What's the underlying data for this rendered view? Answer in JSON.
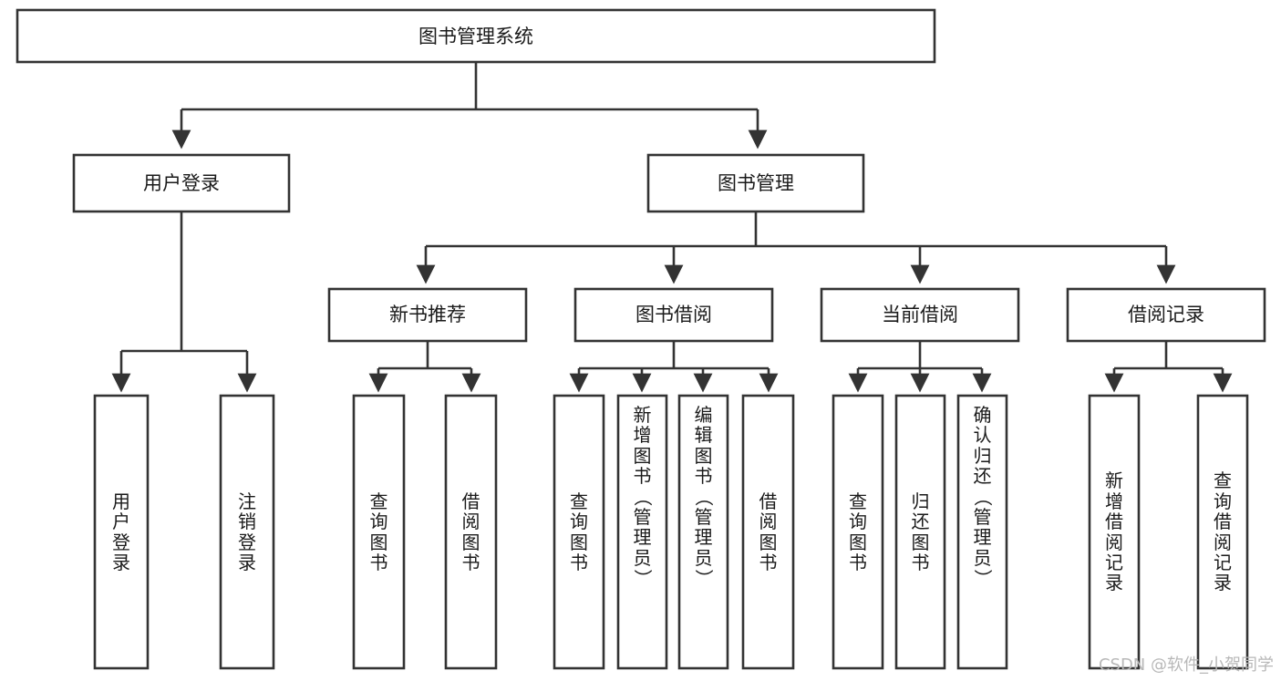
{
  "diagram": {
    "type": "tree-hierarchy",
    "title_node": {
      "label": "图书管理系统"
    },
    "level2": [
      {
        "label": "用户登录"
      },
      {
        "label": "图书管理"
      }
    ],
    "level3": [
      {
        "label": "新书推荐"
      },
      {
        "label": "图书借阅"
      },
      {
        "label": "当前借阅"
      },
      {
        "label": "借阅记录"
      }
    ],
    "leaves": {
      "user_login": [
        {
          "label": "用户登录"
        },
        {
          "label": "注销登录"
        }
      ],
      "new_book_recommend": [
        {
          "label": "查询图书"
        },
        {
          "label": "借阅图书"
        }
      ],
      "book_borrow": [
        {
          "label": "查询图书"
        },
        {
          "label": "新增图书（管理员）"
        },
        {
          "label": "编辑图书（管理员）"
        },
        {
          "label": "借阅图书"
        }
      ],
      "current_borrow": [
        {
          "label": "查询图书"
        },
        {
          "label": "归还图书"
        },
        {
          "label": "确认归还（管理员）"
        }
      ],
      "borrow_record": [
        {
          "label": "新增借阅记录"
        },
        {
          "label": "查询借阅记录"
        }
      ]
    }
  },
  "watermark": {
    "text": "CSDN @软件_小贺同学"
  },
  "colors": {
    "box_stroke": "#333333",
    "box_fill": "#ffffff",
    "text": "#1a1a1a",
    "watermark": "#b8b8b8",
    "background": "#ffffff"
  }
}
